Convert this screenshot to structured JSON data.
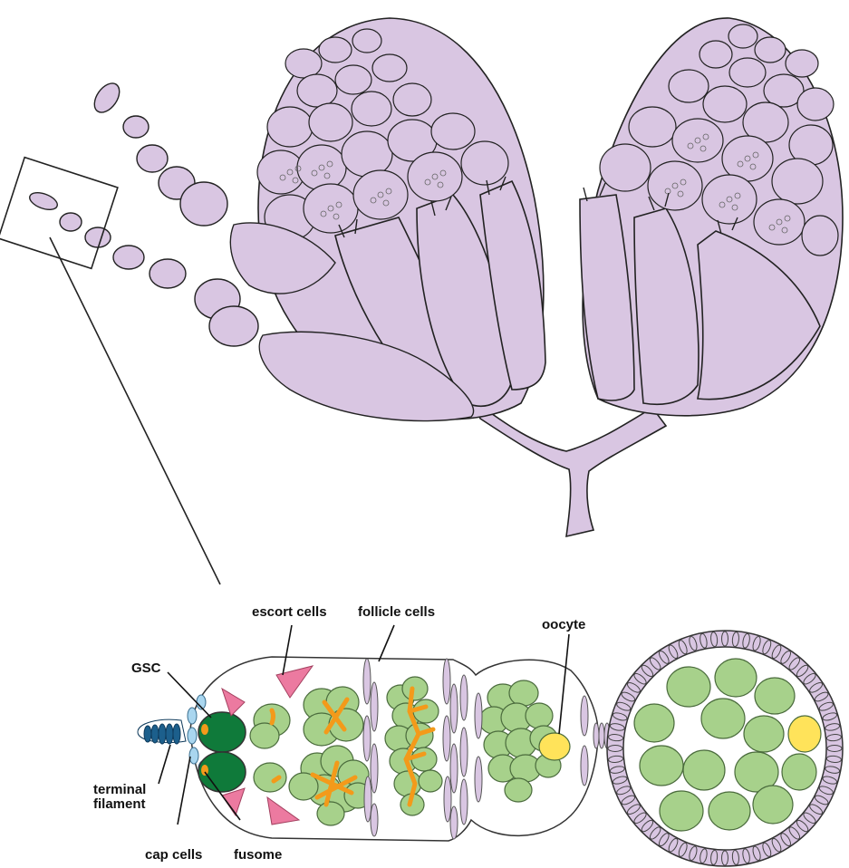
{
  "colors": {
    "ovary_fill": "#d9c6e2",
    "germline_green": "#a7d18b",
    "gsc_green": "#0f7a3a",
    "fusome_orange": "#f39a1a",
    "escort_pink": "#ec7aa0",
    "cap_cells_light_blue": "#a9d6ef",
    "terminal_filament_blue": "#1c5f8c",
    "oocyte_yellow": "#ffe35a",
    "outline": "#222222"
  },
  "labels": {
    "escort_cells": "escort cells",
    "follicle_cells": "follicle cells",
    "oocyte": "oocyte",
    "gsc": "GSC",
    "terminal_filament_1": "terminal",
    "terminal_filament_2": "filament",
    "cap_cells": "cap cells",
    "fusome": "fusome"
  }
}
